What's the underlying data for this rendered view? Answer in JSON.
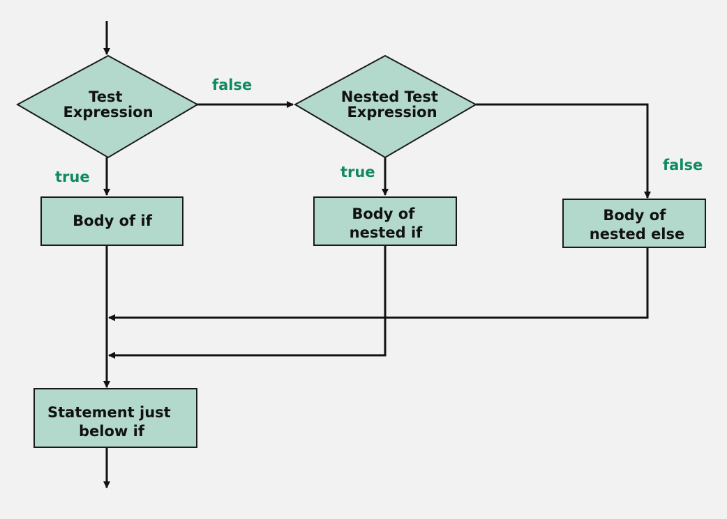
{
  "diagram": {
    "nodes": {
      "test_expression": [
        "Test",
        "Expression"
      ],
      "nested_test_expression": [
        "Nested Test",
        "Expression"
      ],
      "body_if": [
        "Body of if"
      ],
      "body_nested_if": [
        "Body of",
        "nested if"
      ],
      "body_nested_else": [
        "Body of",
        "nested else"
      ],
      "statement_below": [
        "Statement just",
        "below if"
      ]
    },
    "edge_labels": {
      "outer_false": "false",
      "outer_true": "true",
      "nested_true": "true",
      "nested_false": "false"
    }
  },
  "colors": {
    "background": "#f2f2f2",
    "node_fill": "#b3d9cc",
    "stroke": "#111111",
    "label_green": "#0f8a5f"
  }
}
